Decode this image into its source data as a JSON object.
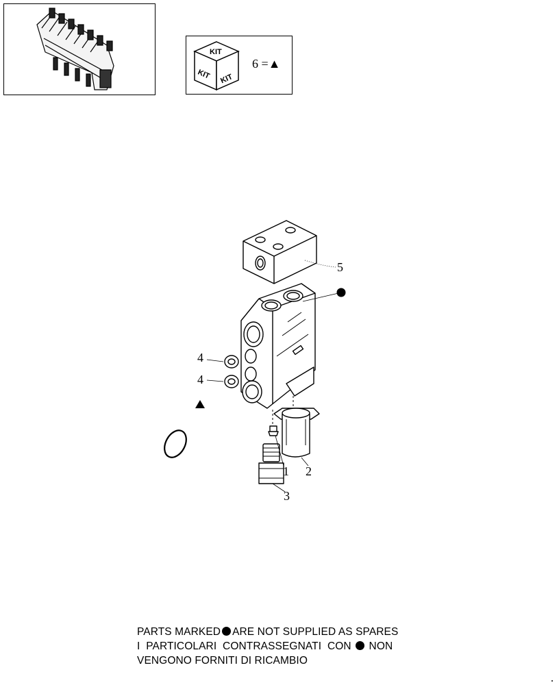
{
  "kit_legend": {
    "kit_quantity": "6",
    "equals": "=",
    "kit_word": "KIT"
  },
  "callouts": {
    "item_1": "1",
    "item_2": "2",
    "item_3": "3",
    "item_4a": "4",
    "item_4b": "4",
    "item_5": "5"
  },
  "note": {
    "line1_a": "PARTS MARKED",
    "line1_b": "ARE NOT SUPPLIED AS SPARES",
    "line2_a": "I  PARTICOLARI  CONTRASSEGNATI  CON",
    "line2_b": "NON",
    "line3": "VENGONO FORNITI DI RICAMBIO"
  }
}
